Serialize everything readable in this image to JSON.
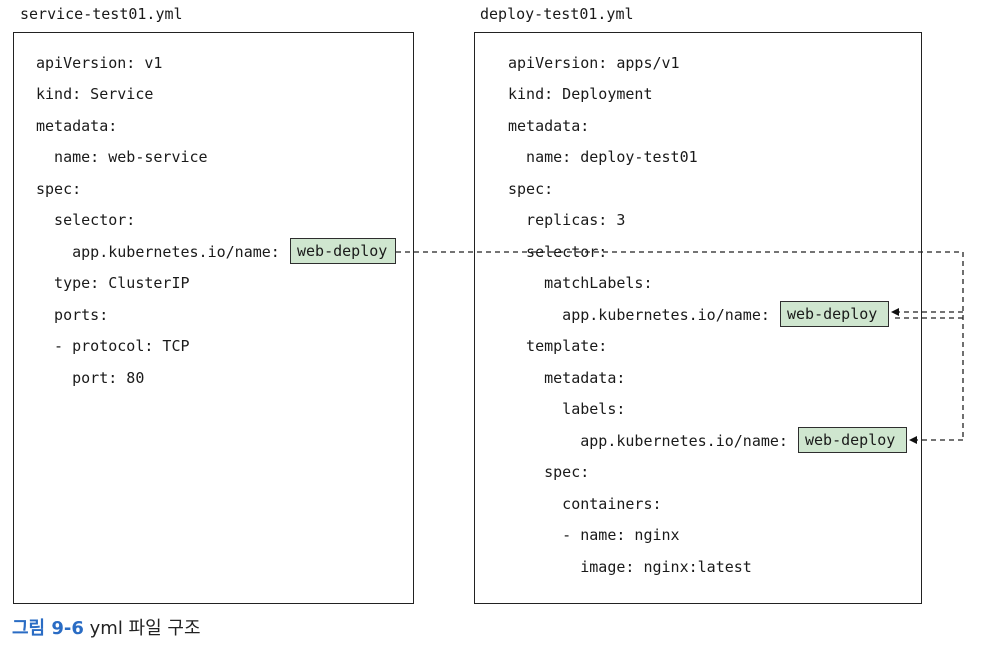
{
  "left_file": {
    "title": "service-test01.yml",
    "lines": [
      "apiVersion: v1",
      "kind: Service",
      "metadata:",
      "  name: web-service",
      "spec:",
      "  selector:",
      "    app.kubernetes.io/name: ",
      "  type: ClusterIP",
      "  ports:",
      "  - protocol: TCP",
      "    port: 80"
    ],
    "highlight": "web-deploy"
  },
  "right_file": {
    "title": "deploy-test01.yml",
    "lines": [
      "apiVersion: apps/v1",
      "kind: Deployment",
      "metadata:",
      "  name: deploy-test01",
      "spec:",
      "  replicas: 3",
      "  selector:",
      "    matchLabels:",
      "      app.kubernetes.io/name: ",
      "  template:",
      "    metadata:",
      "      labels:",
      "        app.kubernetes.io/name: ",
      "    spec:",
      "      containers:",
      "      - name: nginx",
      "        image: nginx:latest"
    ],
    "highlight_selector": "web-deploy",
    "highlight_template": "web-deploy"
  },
  "caption": {
    "label": "그림 9-6",
    "text": " yml 파일 구조"
  },
  "colors": {
    "highlight_fill": "#cfe6cf",
    "caption_accent": "#2a6cc4"
  }
}
